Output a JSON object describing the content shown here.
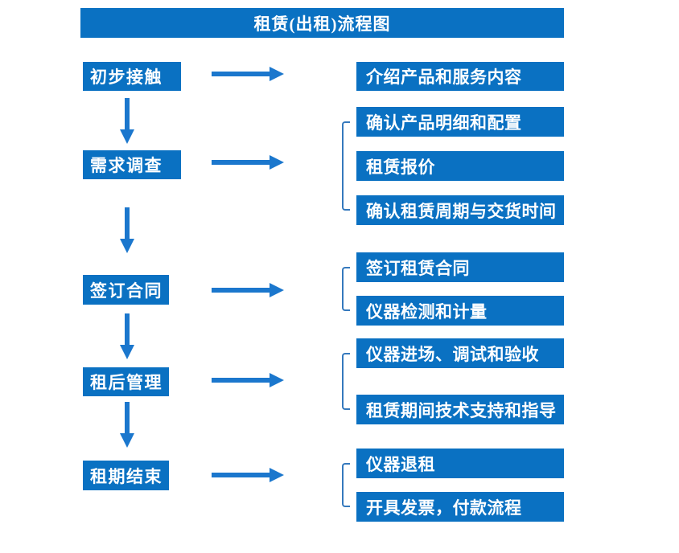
{
  "title": "租赁(出租)流程图",
  "colors": {
    "box_blue": "#0a71c2",
    "arrow_blue": "#1b77cd",
    "bracket_blue": "#3579bd",
    "text_white": "#ffffff",
    "background": "#ffffff"
  },
  "flow": {
    "steps": [
      {
        "label": "初步接触",
        "details": [
          "介绍产品和服务内容"
        ]
      },
      {
        "label": "需求调查",
        "details": [
          "确认产品明细和配置",
          "租赁报价",
          "确认租赁周期与交货时间"
        ]
      },
      {
        "label": "签订合同",
        "details": [
          "签订租赁合同",
          "仪器检测和计量"
        ]
      },
      {
        "label": "租后管理",
        "details": [
          "仪器进场、调试和验收",
          "租赁期间技术支持和指导"
        ]
      },
      {
        "label": "租期结束",
        "details": [
          "仪器退租",
          "开具发票，付款流程"
        ]
      }
    ]
  }
}
